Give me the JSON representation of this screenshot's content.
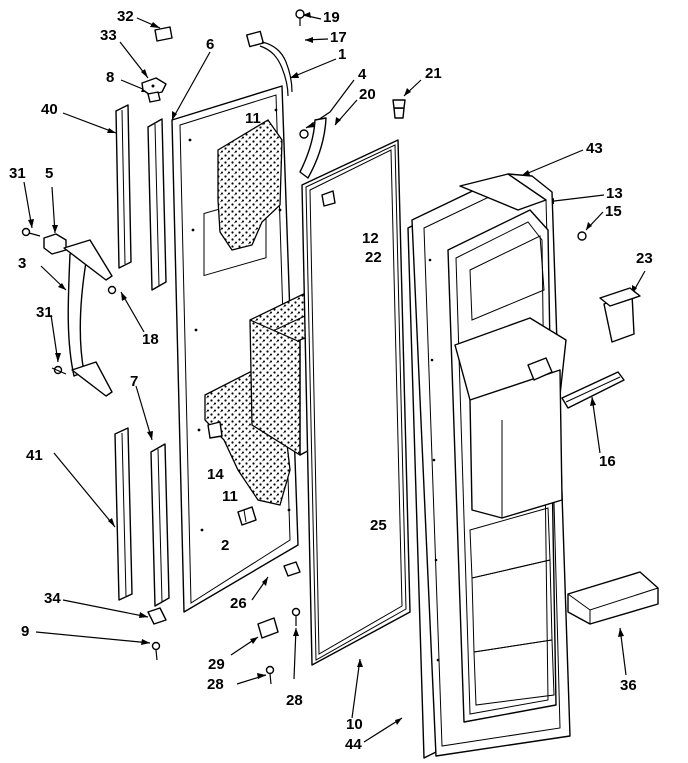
{
  "callouts": [
    {
      "id": "c32",
      "text": "32"
    },
    {
      "id": "c19",
      "text": "19"
    },
    {
      "id": "c33",
      "text": "33"
    },
    {
      "id": "c6",
      "text": "6"
    },
    {
      "id": "c17",
      "text": "17"
    },
    {
      "id": "c1",
      "text": "1"
    },
    {
      "id": "c8",
      "text": "8"
    },
    {
      "id": "c4",
      "text": "4"
    },
    {
      "id": "c21",
      "text": "21"
    },
    {
      "id": "c20",
      "text": "20"
    },
    {
      "id": "c40",
      "text": "40"
    },
    {
      "id": "c11a",
      "text": "11"
    },
    {
      "id": "c43",
      "text": "43"
    },
    {
      "id": "c31a",
      "text": "31"
    },
    {
      "id": "c5",
      "text": "5"
    },
    {
      "id": "c13",
      "text": "13"
    },
    {
      "id": "c15",
      "text": "15"
    },
    {
      "id": "c12",
      "text": "12"
    },
    {
      "id": "c3",
      "text": "3"
    },
    {
      "id": "c22",
      "text": "22"
    },
    {
      "id": "c23",
      "text": "23"
    },
    {
      "id": "c18",
      "text": "18"
    },
    {
      "id": "c31b",
      "text": "31"
    },
    {
      "id": "c7",
      "text": "7"
    },
    {
      "id": "c16",
      "text": "16"
    },
    {
      "id": "c41",
      "text": "41"
    },
    {
      "id": "c14",
      "text": "14"
    },
    {
      "id": "c11b",
      "text": "11"
    },
    {
      "id": "c25",
      "text": "25"
    },
    {
      "id": "c2",
      "text": "2"
    },
    {
      "id": "c34",
      "text": "34"
    },
    {
      "id": "c26",
      "text": "26"
    },
    {
      "id": "c9",
      "text": "9"
    },
    {
      "id": "c29",
      "text": "29"
    },
    {
      "id": "c28a",
      "text": "28"
    },
    {
      "id": "c28b",
      "text": "28"
    },
    {
      "id": "c36",
      "text": "36"
    },
    {
      "id": "c10",
      "text": "10"
    },
    {
      "id": "c44",
      "text": "44"
    }
  ],
  "colors": {
    "ink": "#000000",
    "paper": "#ffffff"
  }
}
